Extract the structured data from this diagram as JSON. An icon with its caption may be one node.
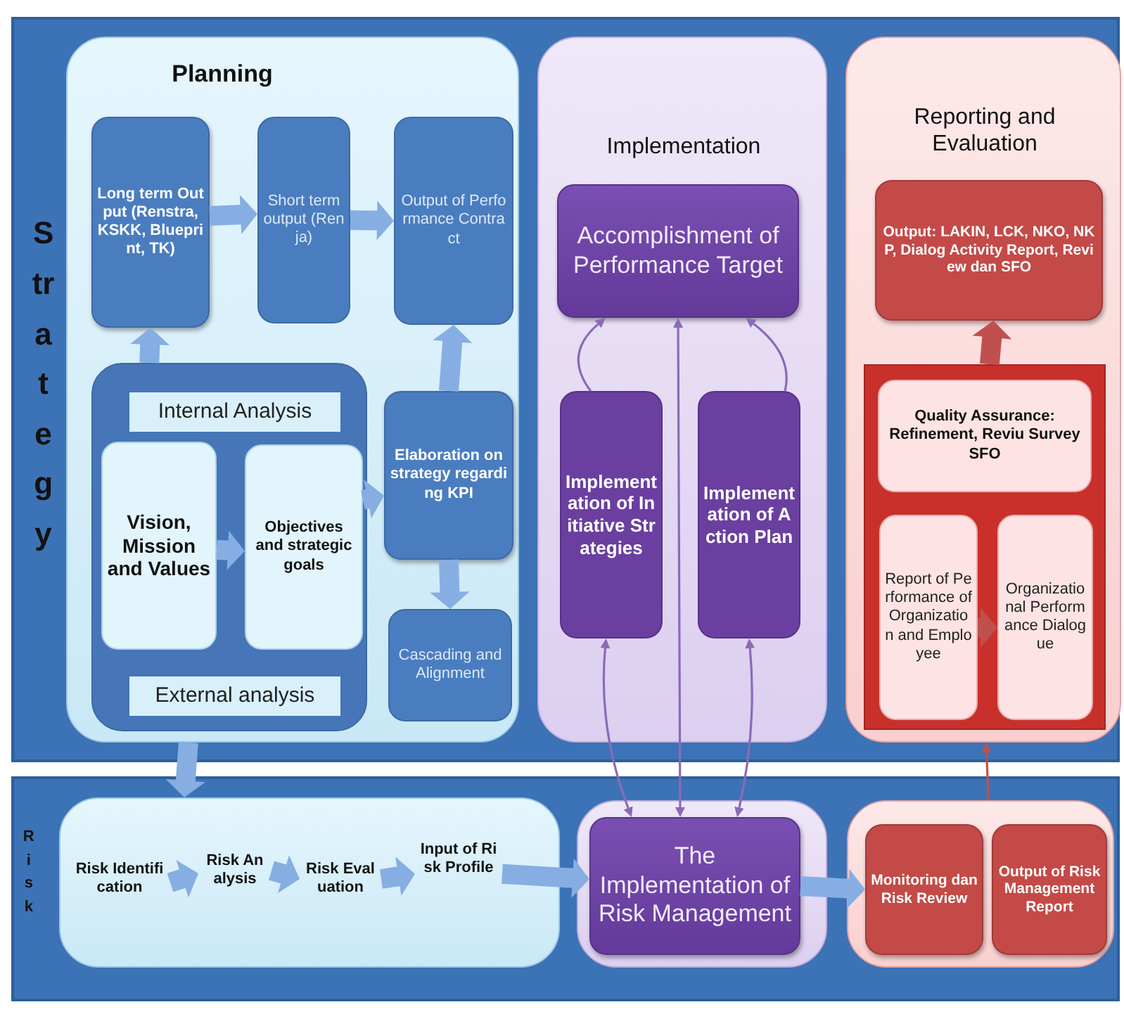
{
  "diagram": {
    "nodes": [
      {
        "text": [
          "Strategy"
        ]
      },
      {
        "text": [
          "Planning"
        ],
        "in": 0
      },
      {
        "text": [
          "Long term Output (Renstra, KSKK, Blueprint, TK)"
        ],
        "in": 1
      },
      {
        "text": [
          "Short term output (Renja)"
        ],
        "in": 1
      },
      {
        "text": [
          "Output of Performance Contract"
        ],
        "in": 1
      },
      {
        "text": [
          "Internal Analysis",
          "External analysis"
        ],
        "in": 1
      },
      {
        "text": [
          "Vision, Mission and Values"
        ],
        "in": 5
      },
      {
        "text": [
          "Objectives and strategic goals"
        ],
        "in": 5
      },
      {
        "text": [
          "Elaboration on strategy regarding KPI"
        ],
        "in": 1
      },
      {
        "text": [
          "Cascading and Alignment"
        ],
        "in": 1
      },
      {
        "text": [
          "Implementation"
        ],
        "in": 0
      },
      {
        "text": [
          "Accomplishment of Performance Target"
        ],
        "in": 10
      },
      {
        "text": [
          "Implementation of Initiative Strategies"
        ],
        "in": 10
      },
      {
        "text": [
          "Implementation of Action Plan"
        ],
        "in": 10
      },
      {
        "text": [
          "Reporting and Evaluation"
        ],
        "in": 0
      },
      {
        "text": [
          "Output: LAKIN, LCK, NKO, NKP, Dialog Activity Report, Review dan SFO"
        ],
        "in": 14
      },
      {
        "text": [],
        "shape": "box",
        "in": 14
      },
      {
        "text": [
          "Quality Assurance: Refinement, Reviu Survey SFO"
        ],
        "in": 16
      },
      {
        "text": [
          "Report of Performance of Organization and Employee"
        ],
        "in": 16
      },
      {
        "text": [
          "Organizational Performance Dialogue"
        ],
        "in": 16
      },
      {
        "text": [
          "Risk"
        ]
      },
      {
        "text": [],
        "shape": "box",
        "in": 20
      },
      {
        "text": [
          "Risk Identification"
        ],
        "in": 21
      },
      {
        "text": [
          "Risk Analysis"
        ],
        "in": 21
      },
      {
        "text": [
          "Risk Evaluation"
        ],
        "in": 21
      },
      {
        "text": [
          "Input of Risk Profile"
        ],
        "in": 21
      },
      {
        "text": [],
        "shape": "box",
        "in": 20
      },
      {
        "text": [
          "The Implementation of Risk Management"
        ],
        "in": 26
      },
      {
        "text": [],
        "shape": "box",
        "in": 20
      },
      {
        "text": [
          "Monitoring dan Risk Review"
        ],
        "in": 28
      },
      {
        "text": [
          "Output of Risk Management Report"
        ],
        "in": 28
      }
    ],
    "edges": [
      {
        "from": 2,
        "to": 3,
        "arrow": "to",
        "style": "thick"
      },
      {
        "from": 3,
        "to": 4,
        "arrow": "to",
        "style": "thick"
      },
      {
        "from": 5,
        "to": 2,
        "arrow": "to",
        "style": "thick"
      },
      {
        "from": 6,
        "to": 7,
        "arrow": "to",
        "style": "thick"
      },
      {
        "from": 7,
        "to": 8,
        "arrow": "to",
        "style": "thick"
      },
      {
        "from": 8,
        "to": 4,
        "arrow": "to",
        "style": "thick"
      },
      {
        "from": 8,
        "to": 9,
        "arrow": "to",
        "style": "thick"
      },
      {
        "from": 12,
        "to": 11,
        "arrow": "to",
        "color": "#8a6ab8"
      },
      {
        "from": 13,
        "to": 11,
        "arrow": "to",
        "color": "#8a6ab8"
      },
      {
        "from": 27,
        "to": 12,
        "arrow": "both",
        "color": "#8a6ab8"
      },
      {
        "from": 27,
        "to": 11,
        "arrow": "both",
        "color": "#8a6ab8"
      },
      {
        "from": 27,
        "to": 13,
        "arrow": "both",
        "color": "#8a6ab8"
      },
      {
        "from": 16,
        "to": 15,
        "arrow": "to",
        "style": "thick",
        "color": "#c0504d"
      },
      {
        "from": 18,
        "to": 19,
        "arrow": "to",
        "style": "thick",
        "color": "#c0504d"
      },
      {
        "from": 28,
        "to": 14,
        "arrow": "to",
        "color": "#c0504d"
      },
      {
        "from": 1,
        "to": 21,
        "arrow": "to",
        "style": "thick"
      },
      {
        "from": 22,
        "to": 23,
        "arrow": "to",
        "style": "thick"
      },
      {
        "from": 23,
        "to": 24,
        "arrow": "to",
        "style": "thick"
      },
      {
        "from": 24,
        "to": 25,
        "arrow": "to",
        "style": "thick"
      },
      {
        "from": 25,
        "to": 27,
        "arrow": "to",
        "style": "thick"
      },
      {
        "from": 27,
        "to": 29,
        "arrow": "to",
        "style": "thick"
      }
    ]
  }
}
